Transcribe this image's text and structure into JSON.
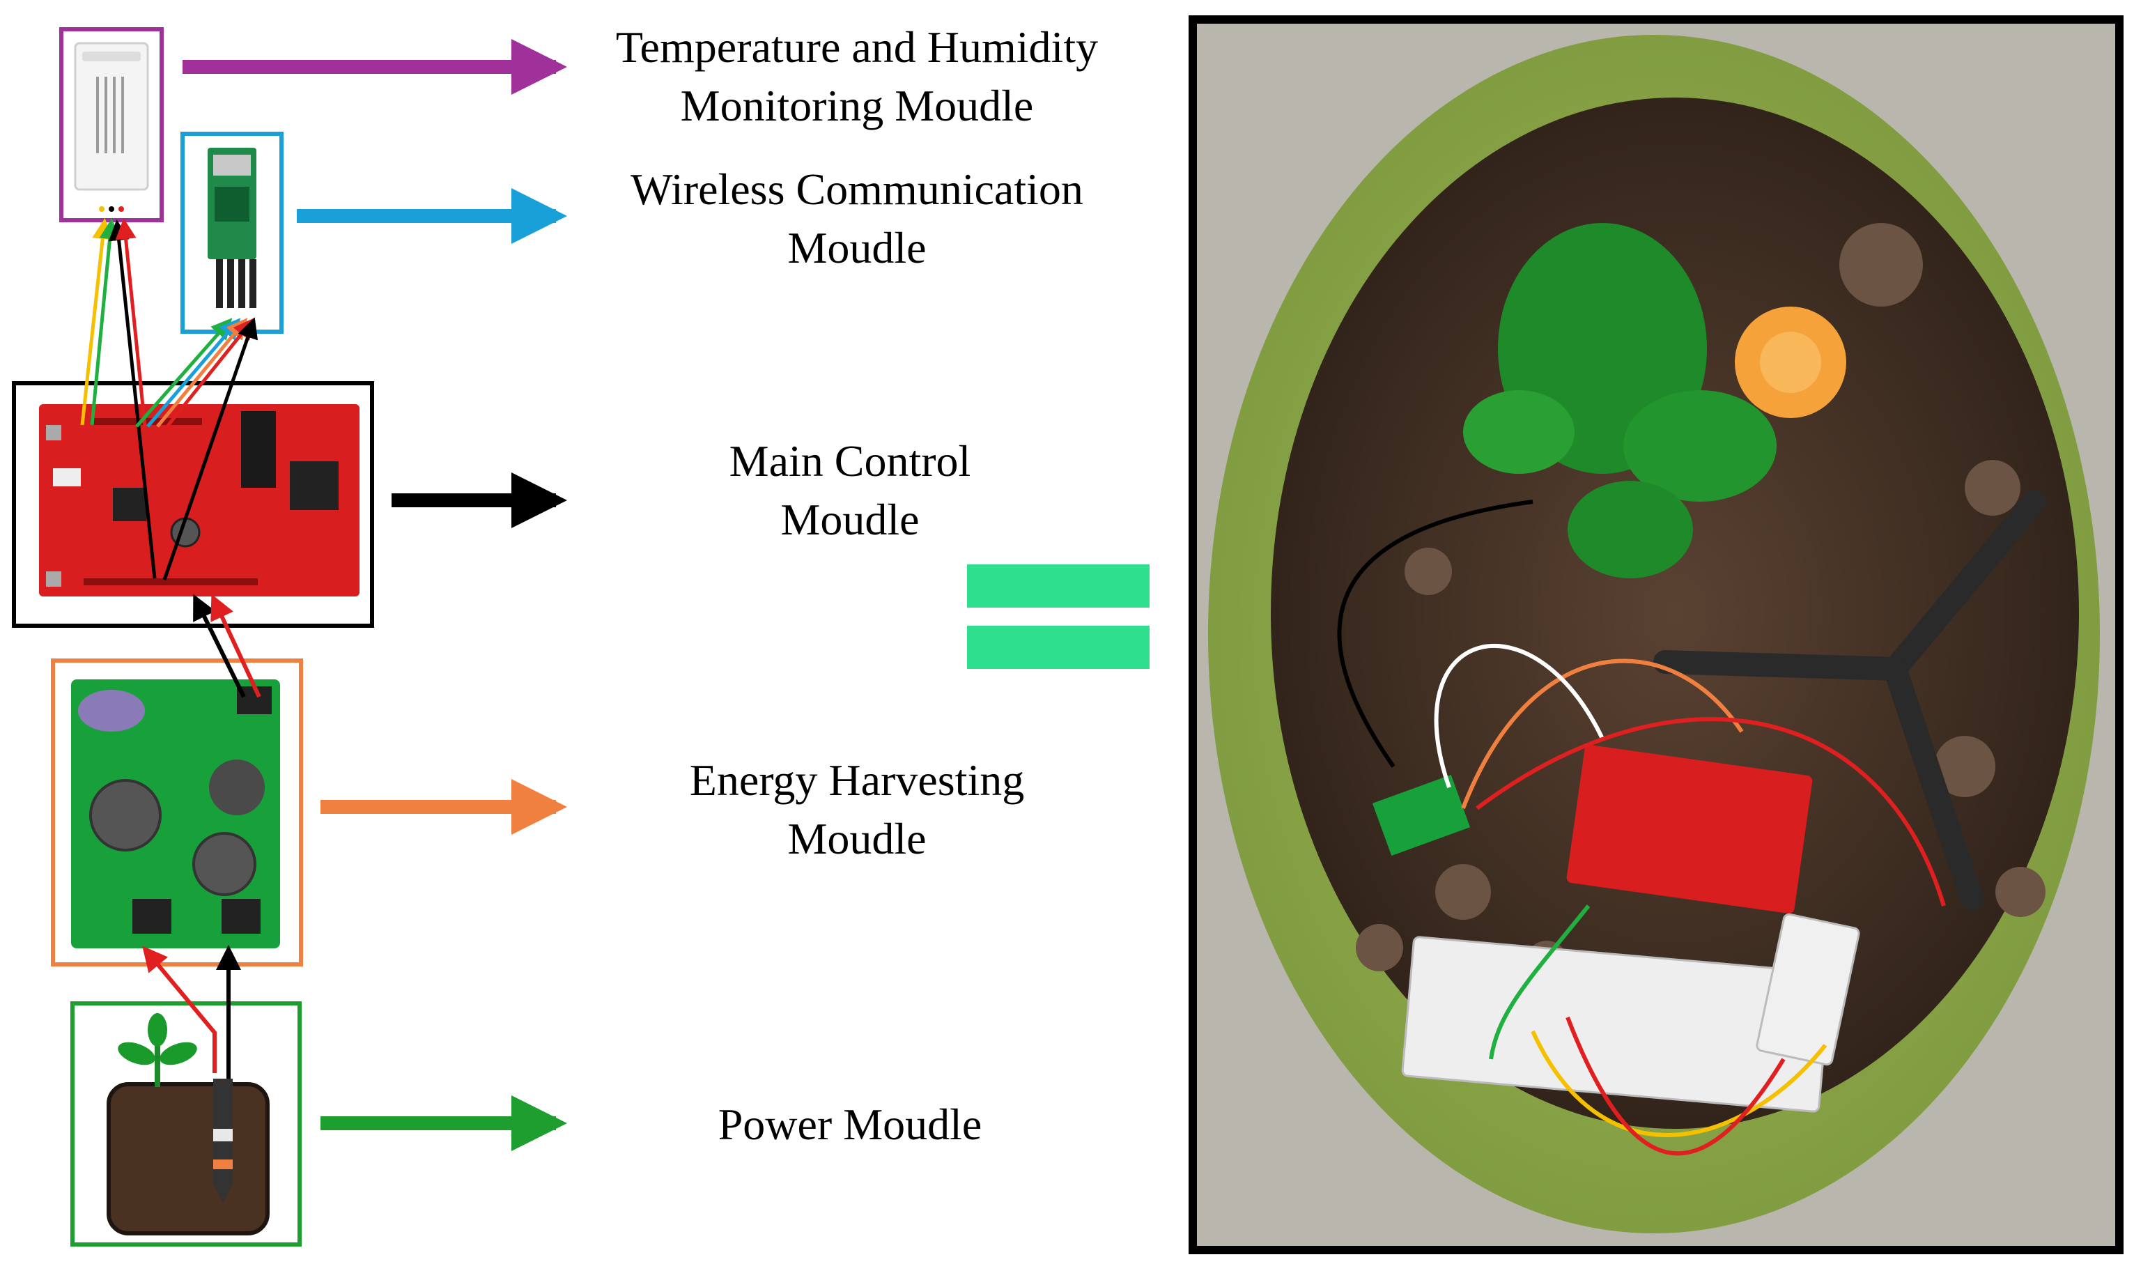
{
  "modules": {
    "temp_humidity": {
      "line1": "Temperature and Humidity",
      "line2": "Monitoring Moudle",
      "color": "#A0309A"
    },
    "wireless": {
      "line1": "Wireless Communication",
      "line2": "Moudle",
      "color": "#1AA0D8"
    },
    "main_control": {
      "line1": "Main Control",
      "line2": "Moudle",
      "color": "#000000"
    },
    "energy": {
      "line1": "Energy Harvesting",
      "line2": "Moudle",
      "color": "#F08040"
    },
    "power": {
      "line1": "Power Moudle",
      "color": "#1E9E2E"
    }
  },
  "equals_color": "#2EE08E",
  "photo_frame_color": "#000000",
  "wire_colors": {
    "red": "#E02020",
    "black": "#000000",
    "yellow": "#F5C000",
    "green": "#20B040",
    "orange": "#F08040",
    "blue": "#1AA0D8"
  }
}
